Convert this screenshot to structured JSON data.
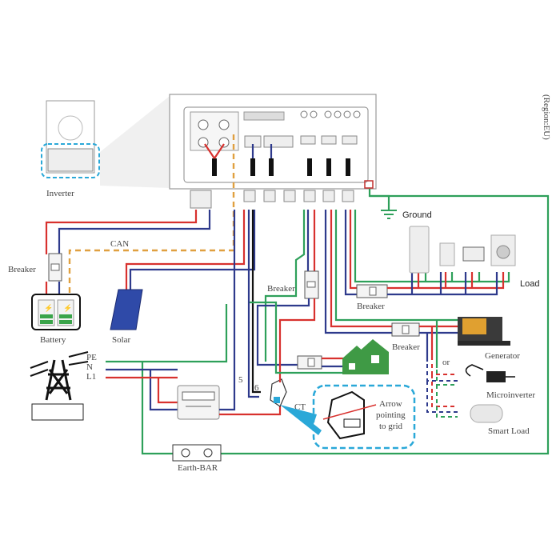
{
  "region_label": "(Region:EU)",
  "components": {
    "inverter": "Inverter",
    "battery": "Battery",
    "solar": "Solar",
    "can": "CAN",
    "breaker_battery": "Breaker",
    "breaker_grid": "Breaker",
    "breaker_load": "Breaker",
    "breaker_gen": "Breaker",
    "ground": "Ground",
    "load": "Load",
    "generator": "Generator",
    "or": "or",
    "microinverter": "Microinverter",
    "smart_load": "Smart Load",
    "ct": "CT",
    "ct_note": [
      "Arrow",
      "pointing",
      "to grid"
    ],
    "earth_bar": "Earth-BAR",
    "grid_lines": [
      "PE",
      "N",
      "L1"
    ],
    "wire_numbers": [
      "5",
      "6"
    ]
  },
  "colors": {
    "line": "#d8312e",
    "neutral": "#2e3a8c",
    "earth": "#2ea05a",
    "can": "#e0a040",
    "highlight": "#2aa8d8",
    "house": "#3f9a45"
  }
}
